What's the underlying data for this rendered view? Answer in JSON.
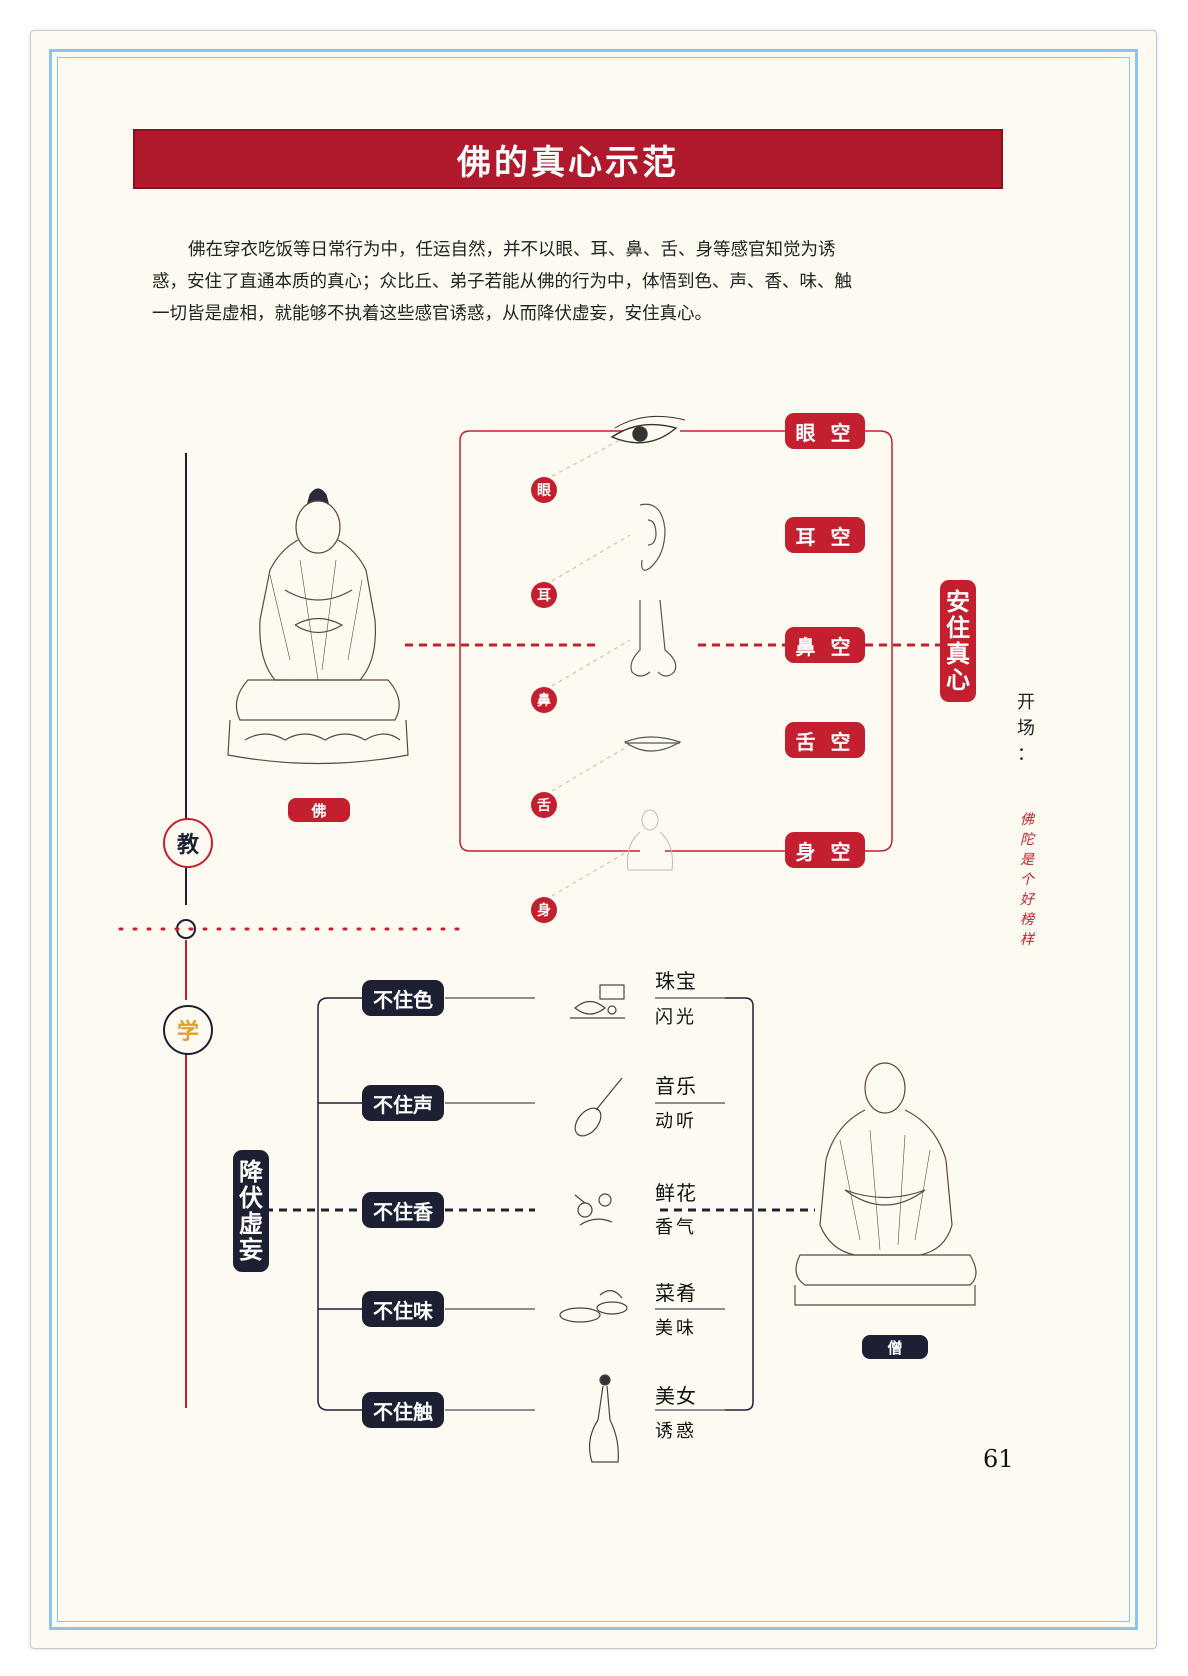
{
  "title": "佛的真心示范",
  "intro": [
    "佛在穿衣吃饭等日常行为中，任运自然，并不以眼、耳、鼻、舌、身等感官知觉为诱",
    "惑，安住了直通本质的真心；众比丘、弟子若能从佛的行为中，体悟到色、声、香、味、触",
    "一切皆是虚相，就能够不执着这些感官诱惑，从而降伏虚妄，安住真心。"
  ],
  "teach": {
    "circle_label": "教",
    "buddha_label": "佛",
    "organs": [
      "眼",
      "耳",
      "鼻",
      "舌",
      "身"
    ],
    "empties": [
      "眼 空",
      "耳 空",
      "鼻 空",
      "舌 空",
      "身 空"
    ],
    "result": "安住真心"
  },
  "learn": {
    "circle_label": "学",
    "monk_label": "僧",
    "subdue": "降伏虚妄",
    "dwells": [
      "不住色",
      "不住声",
      "不住香",
      "不住味",
      "不住触"
    ],
    "objects": [
      {
        "name": "珠宝",
        "desc": "闪光"
      },
      {
        "name": "音乐",
        "desc": "动听"
      },
      {
        "name": "鲜花",
        "desc": "香气"
      },
      {
        "name": "菜肴",
        "desc": "美味"
      },
      {
        "name": "美女",
        "desc": "诱惑"
      }
    ]
  },
  "side": {
    "title": [
      "开",
      "场",
      "："
    ],
    "subtitle": [
      "佛",
      "陀",
      "是",
      "个",
      "好",
      "榜",
      "样"
    ]
  },
  "page_number": "61",
  "colors": {
    "red": "#c41f2e",
    "dark": "#1d2033",
    "title_bg": "#b0192c",
    "frame": "#8cc4ec"
  },
  "icons": [
    "eye-icon",
    "ear-icon",
    "nose-icon",
    "mouth-icon",
    "body-icon",
    "jewelry-icon",
    "pipa-icon",
    "flower-icon",
    "dishes-icon",
    "lady-icon",
    "buddha-figure",
    "monk-figure"
  ]
}
